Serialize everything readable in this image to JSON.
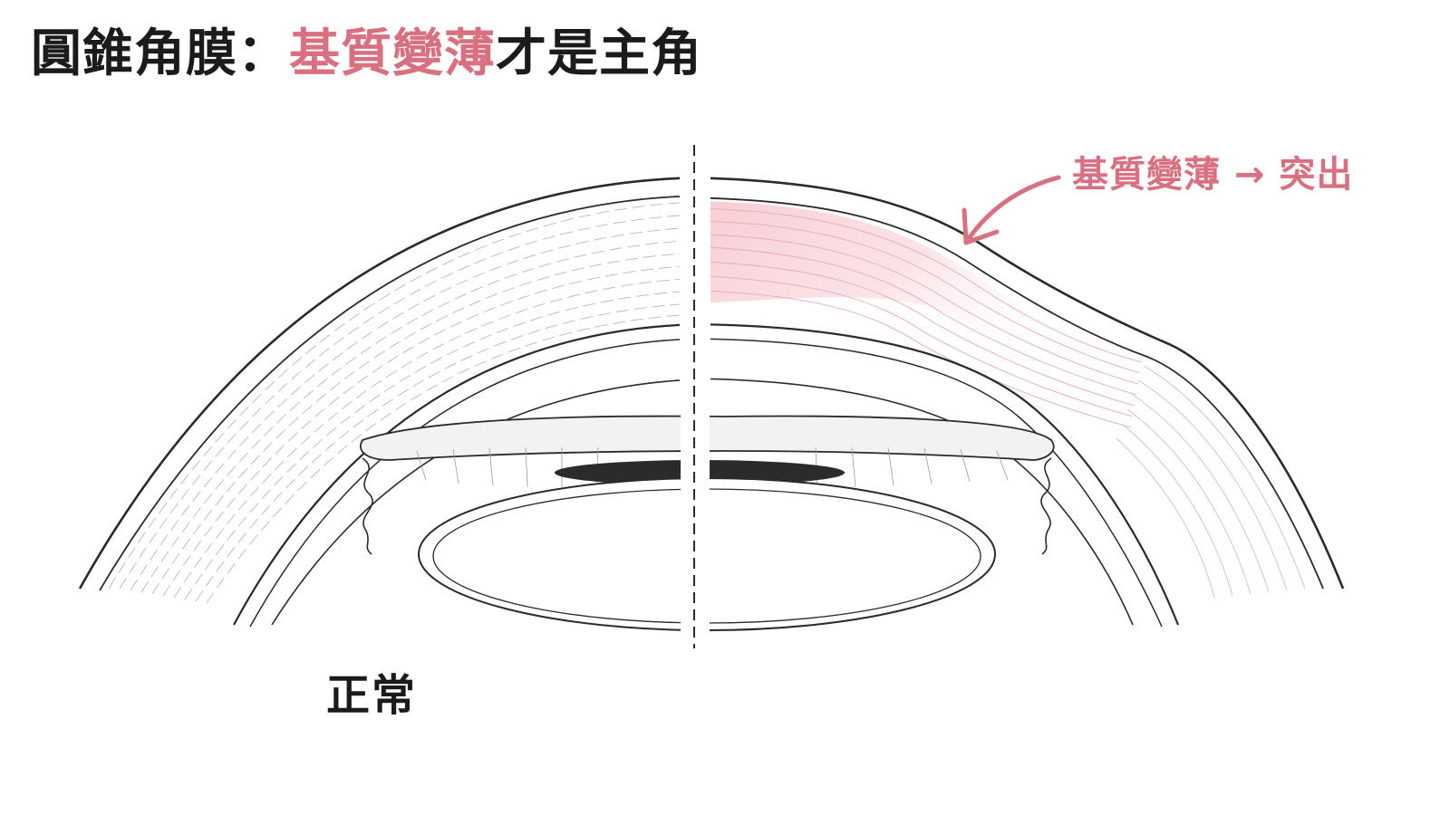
{
  "title": {
    "part_1": "圓錐角膜：",
    "part_2": "基質變薄",
    "part_3": "才是主角"
  },
  "callout": {
    "text": "基質變薄 → 突出"
  },
  "labels": {
    "normal": "正常"
  },
  "colors": {
    "accent": "#d9707f",
    "ink": "#1b1b1b",
    "stroke": "#2a2a2a",
    "stroma_fill_thinned": "#f6c9cf",
    "pupil": "#2b2b2b"
  },
  "icons": {
    "callout_arrow": "curved-arrow-icon"
  }
}
